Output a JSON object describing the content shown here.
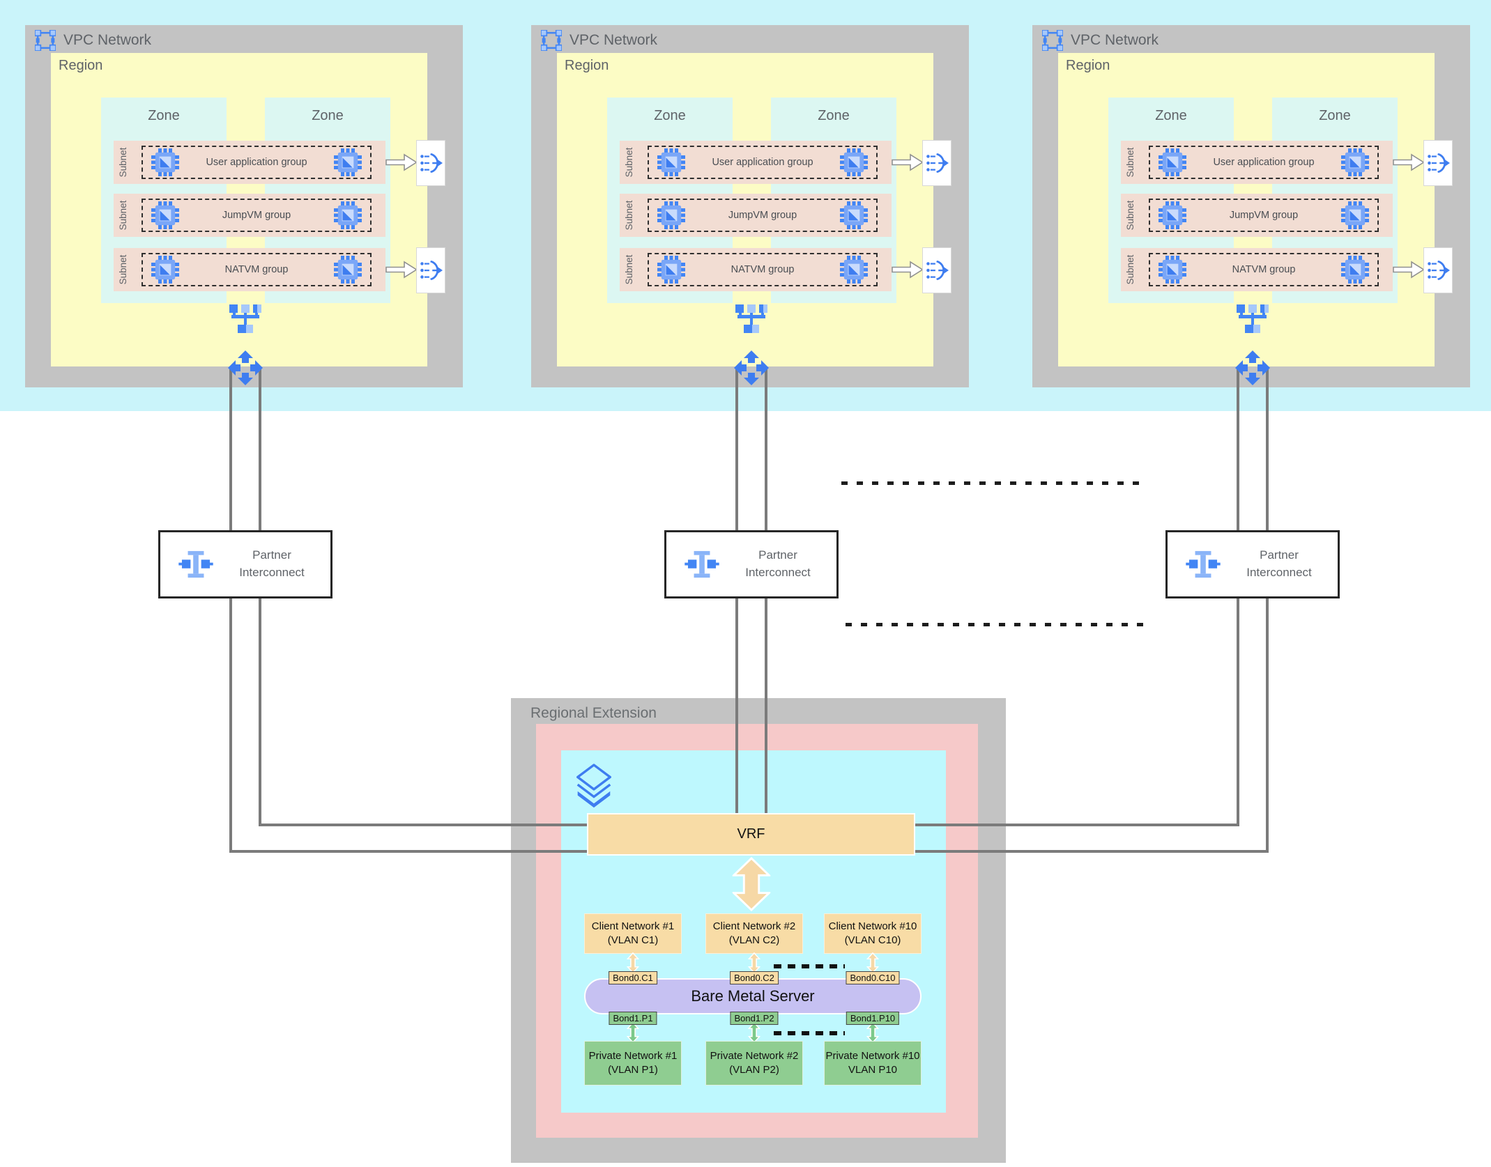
{
  "colors": {
    "cloud_band": "#CAF4FA",
    "container_gray": "#C3C3C3",
    "region_yellow": "#FCFCC5",
    "zone_teal": "#DCF7F2",
    "subnet_pink": "#F2DDD3",
    "icon_blue": "#4285F4",
    "icon_blue_light": "#A6C8FA",
    "re_pink": "#F6C9C9",
    "re_cyan": "#BEF8FE",
    "vrf_tan": "#F8DCA6",
    "server_lavender": "#C6C1F2",
    "private_green": "#8FCD91",
    "wire_gray": "#7B7B7B"
  },
  "icons": {
    "vpc_network": "vpc-selection-frame-icon",
    "compute_vm": "compute-engine-chip-icon",
    "network_hub": "network-tree-icon",
    "router": "four-way-router-icon",
    "load_balancer": "load-balancer-icon",
    "partner_interconnect": "interconnect-beam-icon",
    "regional_stack": "stacked-layers-icon"
  },
  "vpc_networks": [
    {
      "title": "VPC Network",
      "region_label": "Region",
      "zone_labels": [
        "Zone",
        "Zone"
      ],
      "subnets": [
        {
          "label": "Subnet",
          "group": "User application group"
        },
        {
          "label": "Subnet",
          "group": "JumpVM group"
        },
        {
          "label": "Subnet",
          "group": "NATVM group"
        }
      ]
    },
    {
      "title": "VPC Network",
      "region_label": "Region",
      "zone_labels": [
        "Zone",
        "Zone"
      ],
      "subnets": [
        {
          "label": "Subnet",
          "group": "User application group"
        },
        {
          "label": "Subnet",
          "group": "JumpVM group"
        },
        {
          "label": "Subnet",
          "group": "NATVM group"
        }
      ]
    },
    {
      "title": "VPC Network",
      "region_label": "Region",
      "zone_labels": [
        "Zone",
        "Zone"
      ],
      "subnets": [
        {
          "label": "Subnet",
          "group": "User application group"
        },
        {
          "label": "Subnet",
          "group": "JumpVM group"
        },
        {
          "label": "Subnet",
          "group": "NATVM group"
        }
      ]
    }
  ],
  "partner_interconnects": [
    {
      "line1": "Partner",
      "line2": "Interconnect"
    },
    {
      "line1": "Partner",
      "line2": "Interconnect"
    },
    {
      "line1": "Partner",
      "line2": "Interconnect"
    }
  ],
  "regional_extension": {
    "title": "Regional Extension",
    "vrf_label": "VRF",
    "server_label": "Bare Metal Server",
    "client_networks": [
      {
        "name": "Client Network #1",
        "vlan": "(VLAN C1)",
        "bond": "Bond0.C1"
      },
      {
        "name": "Client Network #2",
        "vlan": "(VLAN C2)",
        "bond": "Bond0.C2"
      },
      {
        "name": "Client Network #10",
        "vlan": "(VLAN C10)",
        "bond": "Bond0.C10"
      }
    ],
    "private_networks": [
      {
        "name": "Private Network #1",
        "vlan": "(VLAN P1)",
        "bond": "Bond1.P1"
      },
      {
        "name": "Private Network #2",
        "vlan": "(VLAN P2)",
        "bond": "Bond1.P2"
      },
      {
        "name": "Private Network #10",
        "vlan": "VLAN P10",
        "bond": "Bond1.P10"
      }
    ]
  }
}
